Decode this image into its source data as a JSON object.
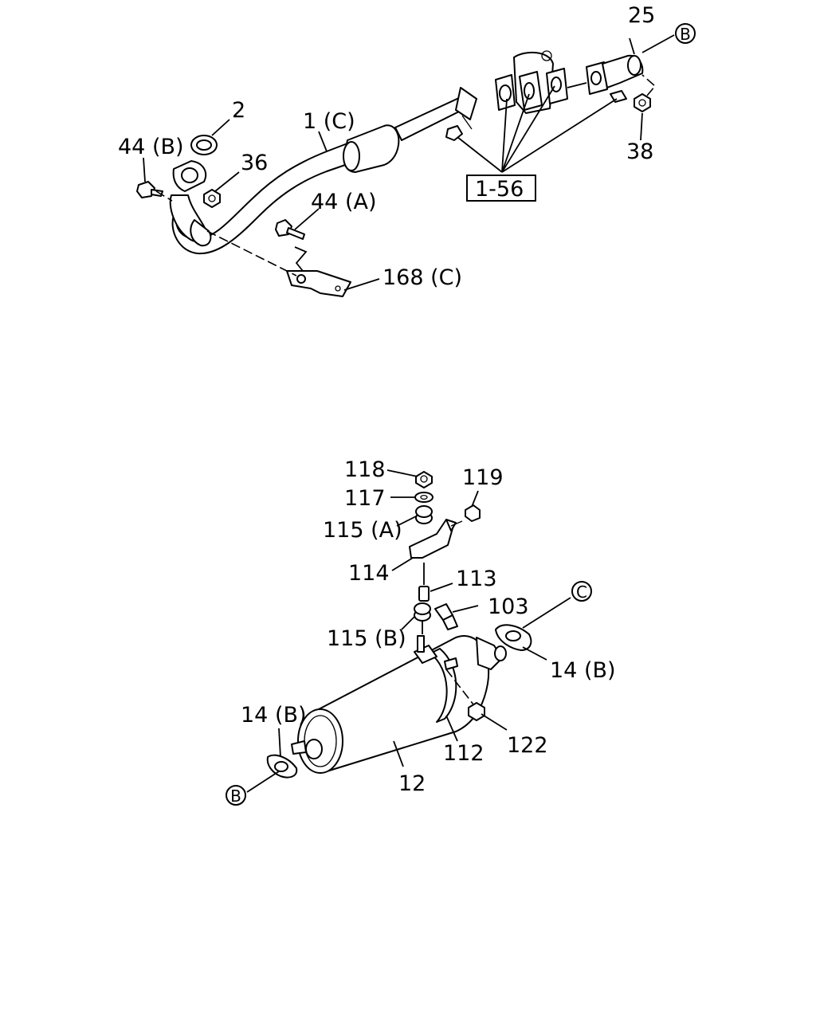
{
  "labels": {
    "l25": "25",
    "l2": "2",
    "l1c": "1 (C)",
    "l44b": "44 (B)",
    "l36": "36",
    "l44a": "44 (A)",
    "l168c": "168 (C)",
    "l156": "1-56",
    "l38": "38",
    "l118": "118",
    "l117": "117",
    "l119": "119",
    "l115a": "115 (A)",
    "l114": "114",
    "l113": "113",
    "l103": "103",
    "l115b": "115 (B)",
    "l14b_right": "14 (B)",
    "l14b_left": "14 (B)",
    "l112": "112",
    "l122": "122",
    "l12": "12"
  },
  "refs": {
    "b_top": "B",
    "c_right": "C",
    "b_bottom": "B"
  }
}
